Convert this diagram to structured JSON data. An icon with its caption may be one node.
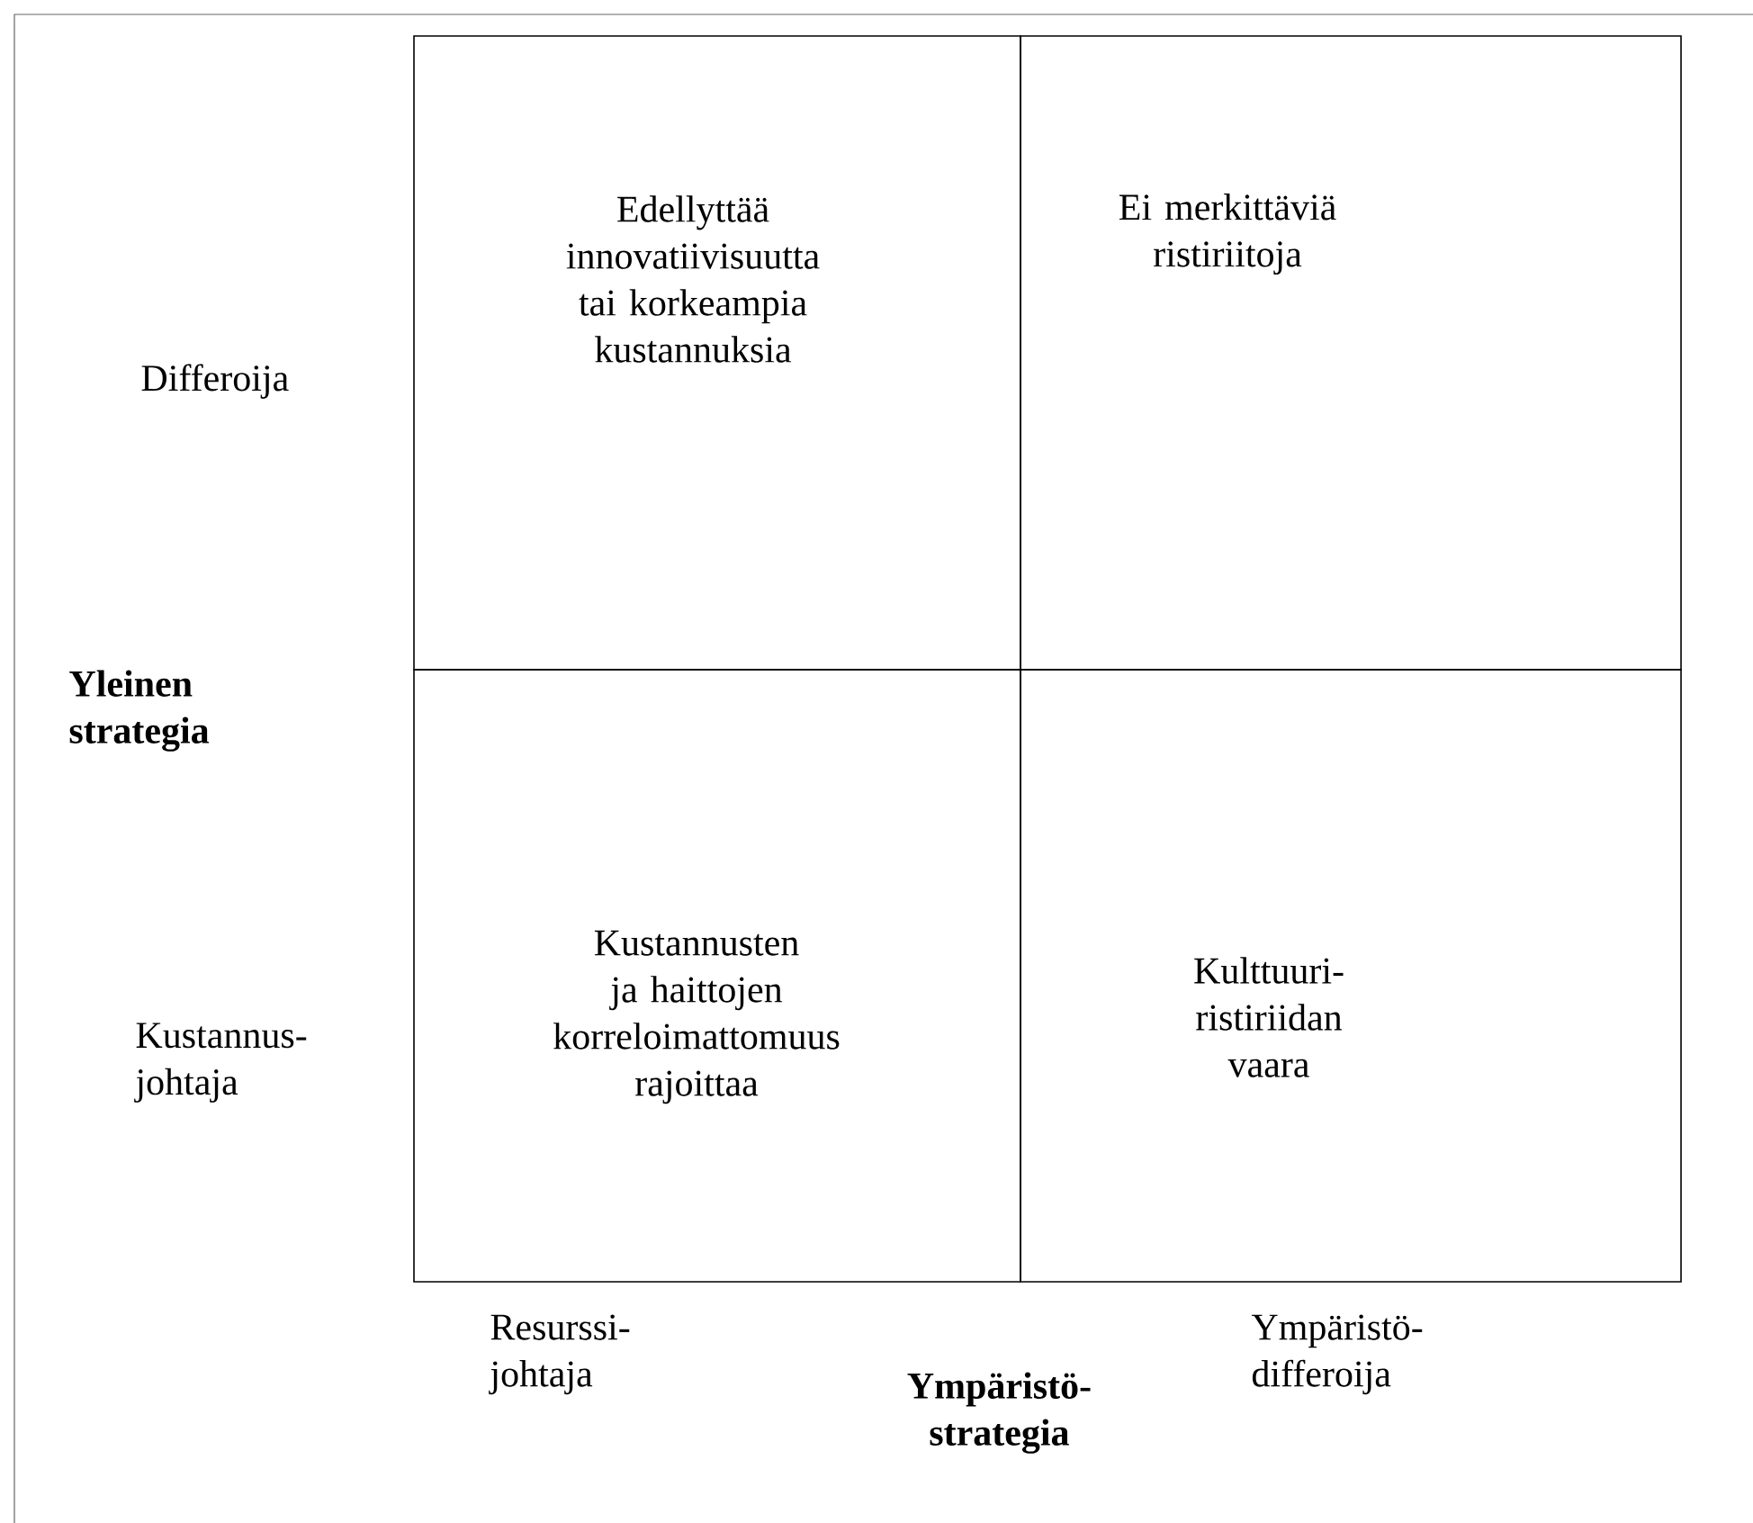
{
  "diagram": {
    "nodes": [
      {
        "text": [
          "Edellyttää innovatiivisuutta tai korkeampia kustannuksia"
        ]
      },
      {
        "text": [
          "Ei merkittäviä ristiriitoja"
        ]
      },
      {
        "text": [
          "Kustannusten ja haittojen korreloimattomuus rajoittaa"
        ]
      },
      {
        "text": [
          "Kulttuuri- ristiriidan vaara"
        ]
      }
    ],
    "labels": [
      "Differoija",
      "Yleinen strategia",
      "Kustannus- johtaja",
      "Resurssi- johtaja",
      "Ympäristö- strategia",
      "Ympäristö- differoija"
    ]
  }
}
